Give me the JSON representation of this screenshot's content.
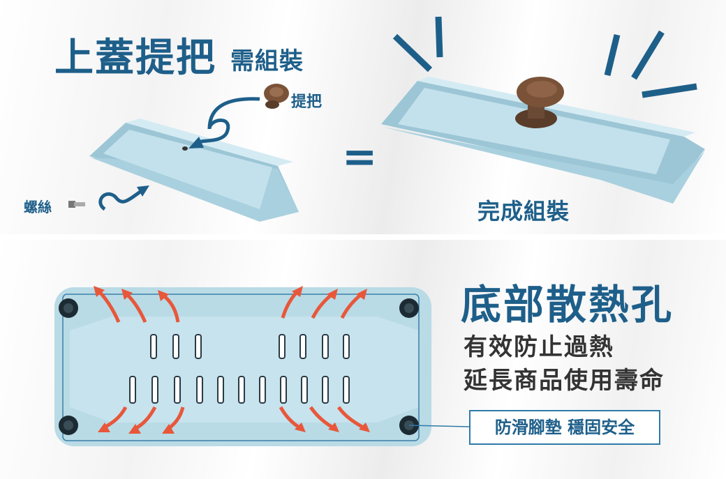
{
  "top_section": {
    "title": "上蓋提把",
    "subtitle": "需組裝",
    "handle_label": "提把",
    "screw_label": "螺絲",
    "equals_sign": "=",
    "assembled_label": "完成組裝"
  },
  "bottom_section": {
    "heading": "底部散熱孔",
    "line_1": "有效防止過熱",
    "line_2": "延長商品使用壽命",
    "feet_badge": "防滑腳墊 穩固安全"
  },
  "colors": {
    "brand_blue": "#1e5f8a",
    "lid_blue": "#b9dbe6",
    "knob_brown": "#6b4a35",
    "arrow_red": "#e8573a"
  },
  "icons": [
    "curved-arrow-icon",
    "screw-icon",
    "knob-icon",
    "burst-lines-icon",
    "heat-arrow-icon",
    "rubber-foot-icon"
  ]
}
